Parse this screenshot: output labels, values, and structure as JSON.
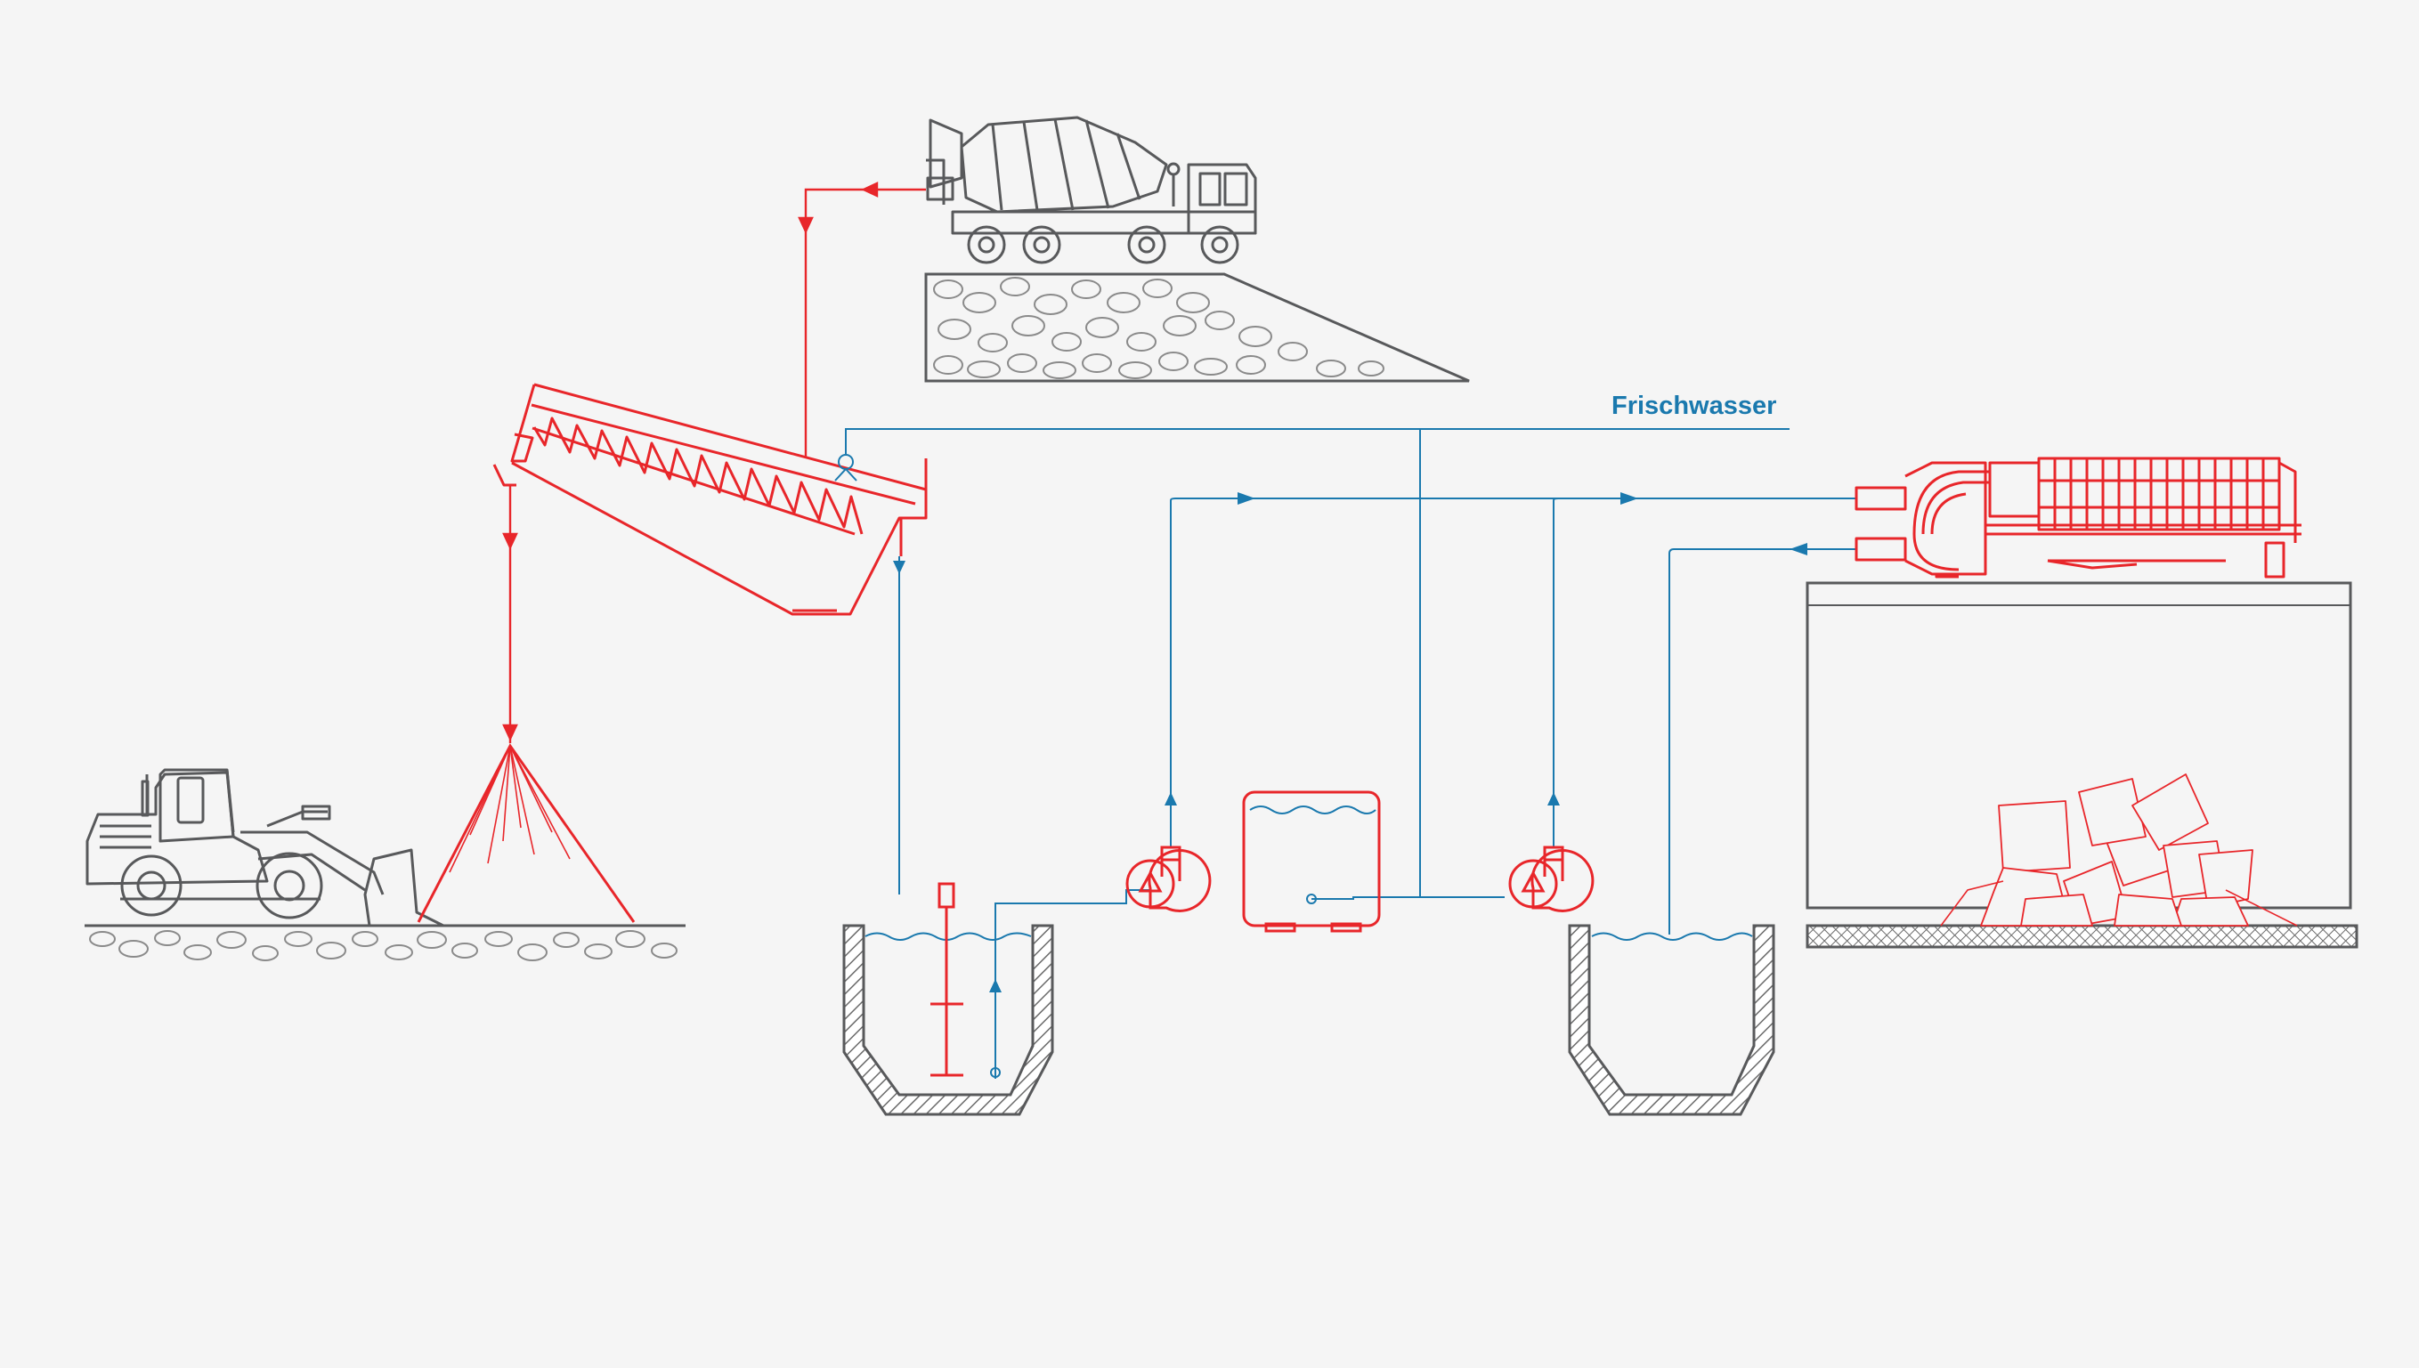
{
  "labels": {
    "fresh_water": "Frischwasser"
  },
  "colors": {
    "background": "#f5f5f5",
    "equipment_red": "#e8262a",
    "water_blue": "#1a79ae",
    "structure_gray": "#58595b",
    "hatch_gray": "#8a8a8a"
  },
  "components": [
    {
      "name": "wheel-loader",
      "icon": "wheel-loader-icon"
    },
    {
      "name": "material-pile",
      "icon": "pile-icon"
    },
    {
      "name": "screw-washer",
      "icon": "screw-conveyor-icon"
    },
    {
      "name": "concrete-mixer-truck",
      "icon": "mixer-truck-icon"
    },
    {
      "name": "agitator-basin",
      "icon": "basin-icon"
    },
    {
      "name": "slurry-pump-1",
      "icon": "pump-icon"
    },
    {
      "name": "buffer-tank",
      "icon": "tank-icon"
    },
    {
      "name": "slurry-pump-2",
      "icon": "pump-icon"
    },
    {
      "name": "clear-water-basin",
      "icon": "basin-icon"
    },
    {
      "name": "filter-press",
      "icon": "filter-press-icon"
    },
    {
      "name": "filter-cake-bunker",
      "icon": "bunker-icon"
    }
  ]
}
